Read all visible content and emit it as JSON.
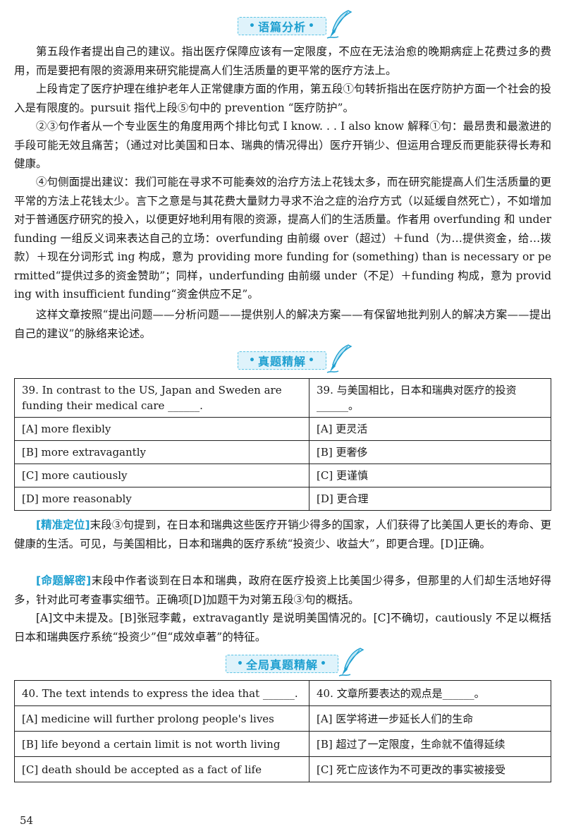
{
  "section_badges": {
    "analysis": "语篇分析",
    "answer": "真题精解",
    "global": "全局真题精解"
  },
  "analysis_paragraphs": [
    "第五段作者提出自己的建议。指出医疗保障应该有一定限度，不应在无法治愈的晚期病症上花费过多的费用，而是要把有限的资源用来研究能提高人们生活质量的更平常的医疗方法上。",
    "上段肯定了医疗护理在维护老年人正常健康方面的作用，第五段①句转折指出在医疗防护方面一个社会的投入是有限度的。pursuit 指代上段⑤句中的 prevention “医疗防护”。",
    "②③句作者从一个专业医生的角度用两个排比句式 I know. . . I also know 解释①句：最昂贵和最激进的手段可能无效且痛苦；（通过对比美国和日本、瑞典的情况得出）医疗开销少、但运用合理反而更能获得长寿和健康。",
    "④句侧面提出建议：我们可能在寻求不可能奏效的治疗方法上花钱太多，而在研究能提高人们生活质量的更平常的方法上花钱太少。言下之意是与其花费大量财力寻求不治之症的治疗方式（以延缓自然死亡），不如增加对于普通医疗研究的投入，以便更好地利用有限的资源，提高人们的生活质量。作者用 overfunding 和 underfunding 一组反义词来表达自己的立场：overfunding 由前缀 over（超过）＋fund（为…提供资金，给…拨款）＋现在分词形式 ing 构成，意为 providing more funding for (something) than is necessary or permitted“提供过多的资金赞助”；同样，underfunding 由前缀 under（不足）＋funding 构成，意为 providing with insufficient funding“资金供应不足”。",
    "这样文章按照“提出问题——分析问题——提供别人的解决方案——有保留地批判别人的解决方案——提出自己的建议”的脉络来论述。"
  ],
  "q39": {
    "stem_en": "39. In contrast to the US, Japan and Sweden are funding their medical care ______.",
    "stem_zh": "39. 与美国相比，日本和瑞典对医疗的投资______。",
    "options": [
      {
        "en": "[A] more flexibly",
        "zh": "[A] 更灵活"
      },
      {
        "en": "[B] more extravagantly",
        "zh": "[B] 更奢侈"
      },
      {
        "en": "[C] more cautiously",
        "zh": "[C] 更谨慎"
      },
      {
        "en": "[D] more reasonably",
        "zh": "[D] 更合理"
      }
    ]
  },
  "q39_explanation": {
    "locate_tag": "[精准定位]",
    "locate_text": "末段③句提到，在日本和瑞典这些医疗开销少得多的国家，人们获得了比美国人更长的寿命、更健康的生活。可见，与美国相比，日本和瑞典的医疗系统“投资少、收益大”，即更合理。[D]正确。",
    "decode_tag": "[命题解密]",
    "decode_text": "末段中作者谈到在日本和瑞典，政府在医疗投资上比美国少得多，但那里的人们却生活地好得多，针对此可考查事实细节。正确项[D]加题干为对第五段③句的概括。",
    "distractors": "[A]文中未提及。[B]张冠李戴，extravagantly 是说明美国情况的。[C]不确切，cautiously 不足以概括日本和瑞典医疗系统“投资少”但“成效卓著”的特征。"
  },
  "q40": {
    "stem_en": "40. The text intends to express the idea that ______.",
    "stem_zh": "40. 文章所要表达的观点是______。",
    "options": [
      {
        "en": "[A] medicine will further prolong people's lives",
        "zh": "[A] 医学将进一步延长人们的生命"
      },
      {
        "en": "[B] life beyond a certain limit is not worth living",
        "zh": "[B] 超过了一定限度，生命就不值得延续"
      },
      {
        "en": "[C] death should be accepted as a fact of life",
        "zh": "[C] 死亡应该作为不可更改的事实被接受"
      }
    ]
  },
  "page_number": "54",
  "colors": {
    "accent": "#1d9fd0",
    "badge_bg": "#dff3fb",
    "badge_border": "#5cc3e4"
  },
  "icons": {
    "badge_decoration": "quill-pen-icon"
  }
}
